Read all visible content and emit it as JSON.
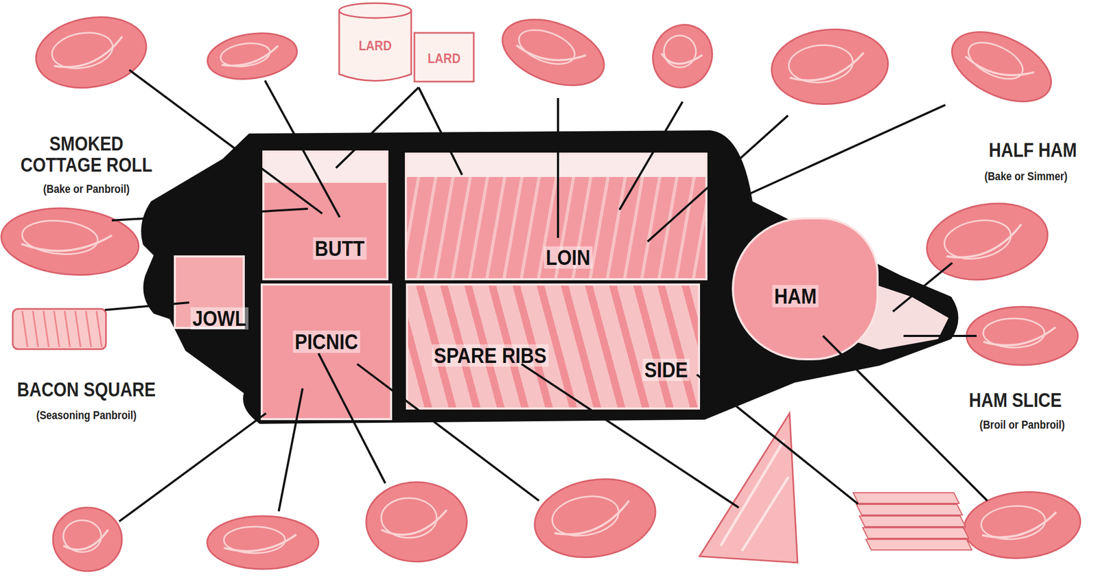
{
  "diagram": {
    "nodes": [
      {
        "text": [
          "BUTT"
        ]
      },
      {
        "text": [
          "LOIN"
        ]
      },
      {
        "text": [
          "JOWL"
        ]
      },
      {
        "text": [
          "PICNIC"
        ]
      },
      {
        "text": [
          "SPARE RIBS",
          "SIDE"
        ]
      },
      {
        "text": [
          "HAM"
        ]
      }
    ],
    "labels": [
      "LARD",
      "LARD",
      "SMOKED COTTAGE ROLL",
      "(Bake or Panbroil)",
      "HALF HAM",
      "(Bake or Simmer)",
      "BACON SQUARE",
      "(Seasoning Panbroil)",
      "HAM SLICE",
      "(Broil or Panbroil)"
    ]
  }
}
